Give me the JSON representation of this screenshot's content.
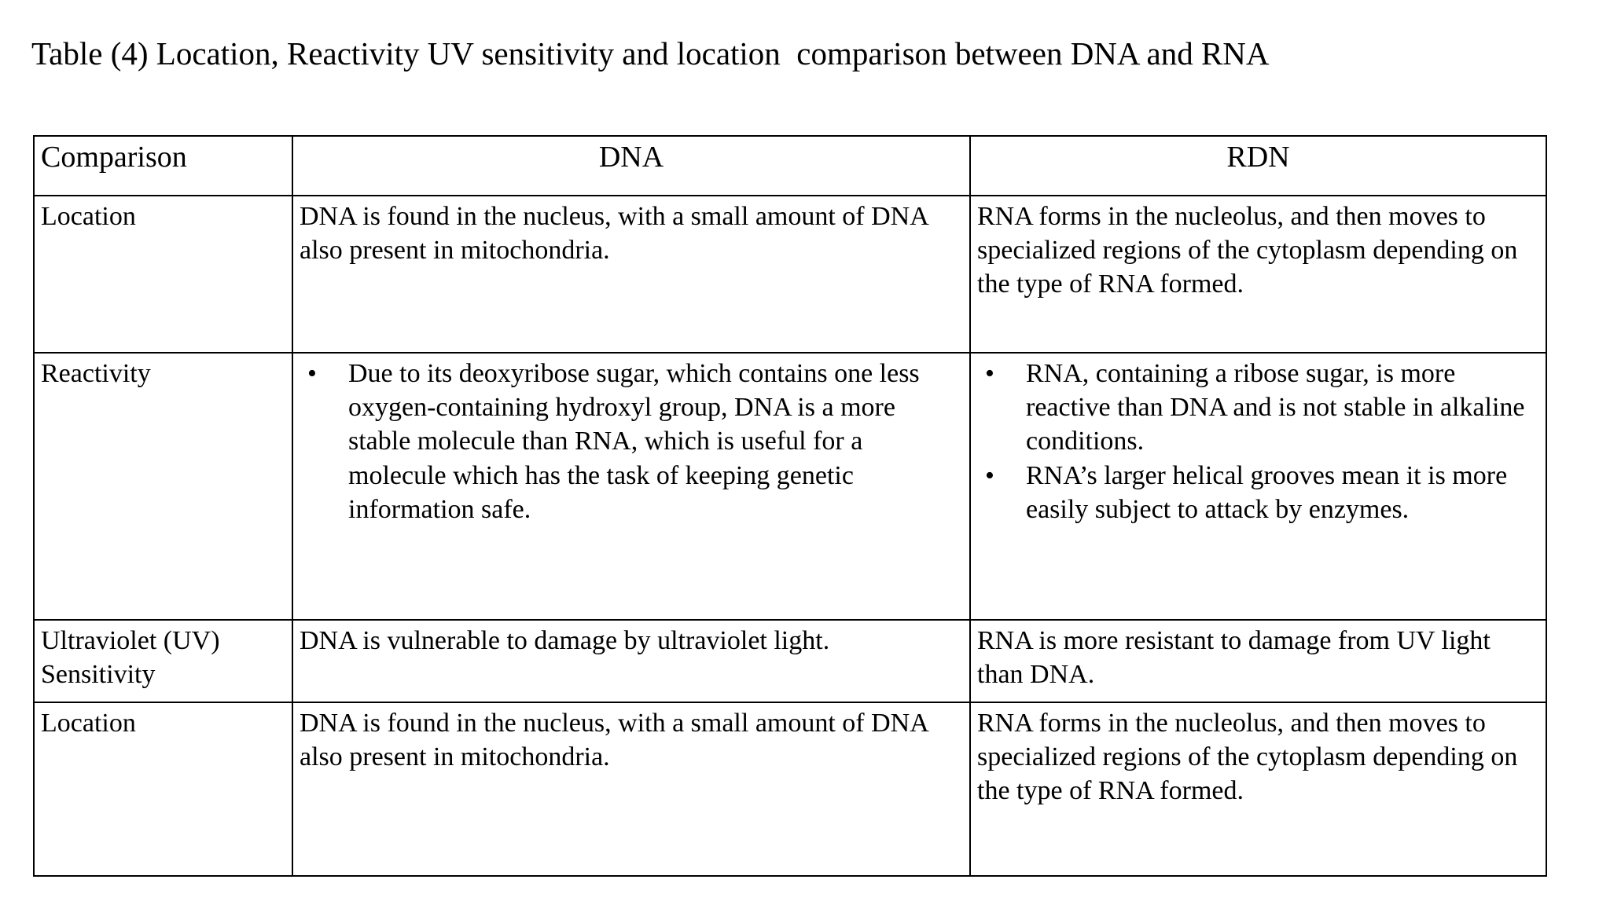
{
  "document": {
    "title": "Table (4) Location, Reactivity UV sensitivity and location  comparison between DNA and RNA"
  },
  "table": {
    "headers": {
      "comparison": "Comparison",
      "dna": "DNA",
      "rdn": "RDN"
    },
    "bullet_glyph": "•",
    "rows": [
      {
        "label": "Location",
        "dna_text": "DNA is found in the nucleus, with a small amount of DNA also present in mitochondria.",
        "rdn_text": "RNA forms in the nucleolus, and then moves to specialized regions of the cytoplasm depending on the type of RNA formed."
      },
      {
        "label": "Reactivity",
        "dna_bullets": [
          "Due to its deoxyribose sugar, which contains one less oxygen-containing hydroxyl group, DNA is a more stable molecule than RNA, which is useful for a molecule which has the task of keeping genetic information safe."
        ],
        "rdn_bullets": [
          "RNA, containing a ribose sugar, is more reactive than DNA and is not stable in alkaline conditions.",
          "RNA’s larger helical grooves mean it is more easily subject to attack by enzymes."
        ]
      },
      {
        "label": "Ultraviolet (UV) Sensitivity",
        "dna_text": "DNA is vulnerable to damage by ultraviolet light.",
        "rdn_text": "RNA is more resistant to damage from UV light than DNA."
      },
      {
        "label": "Location",
        "dna_text": "DNA is found in the nucleus, with a small amount of DNA also present in mitochondria.",
        "rdn_text": "RNA forms in the nucleolus, and then moves to specialized regions of the cytoplasm depending on the type of RNA formed."
      }
    ]
  }
}
